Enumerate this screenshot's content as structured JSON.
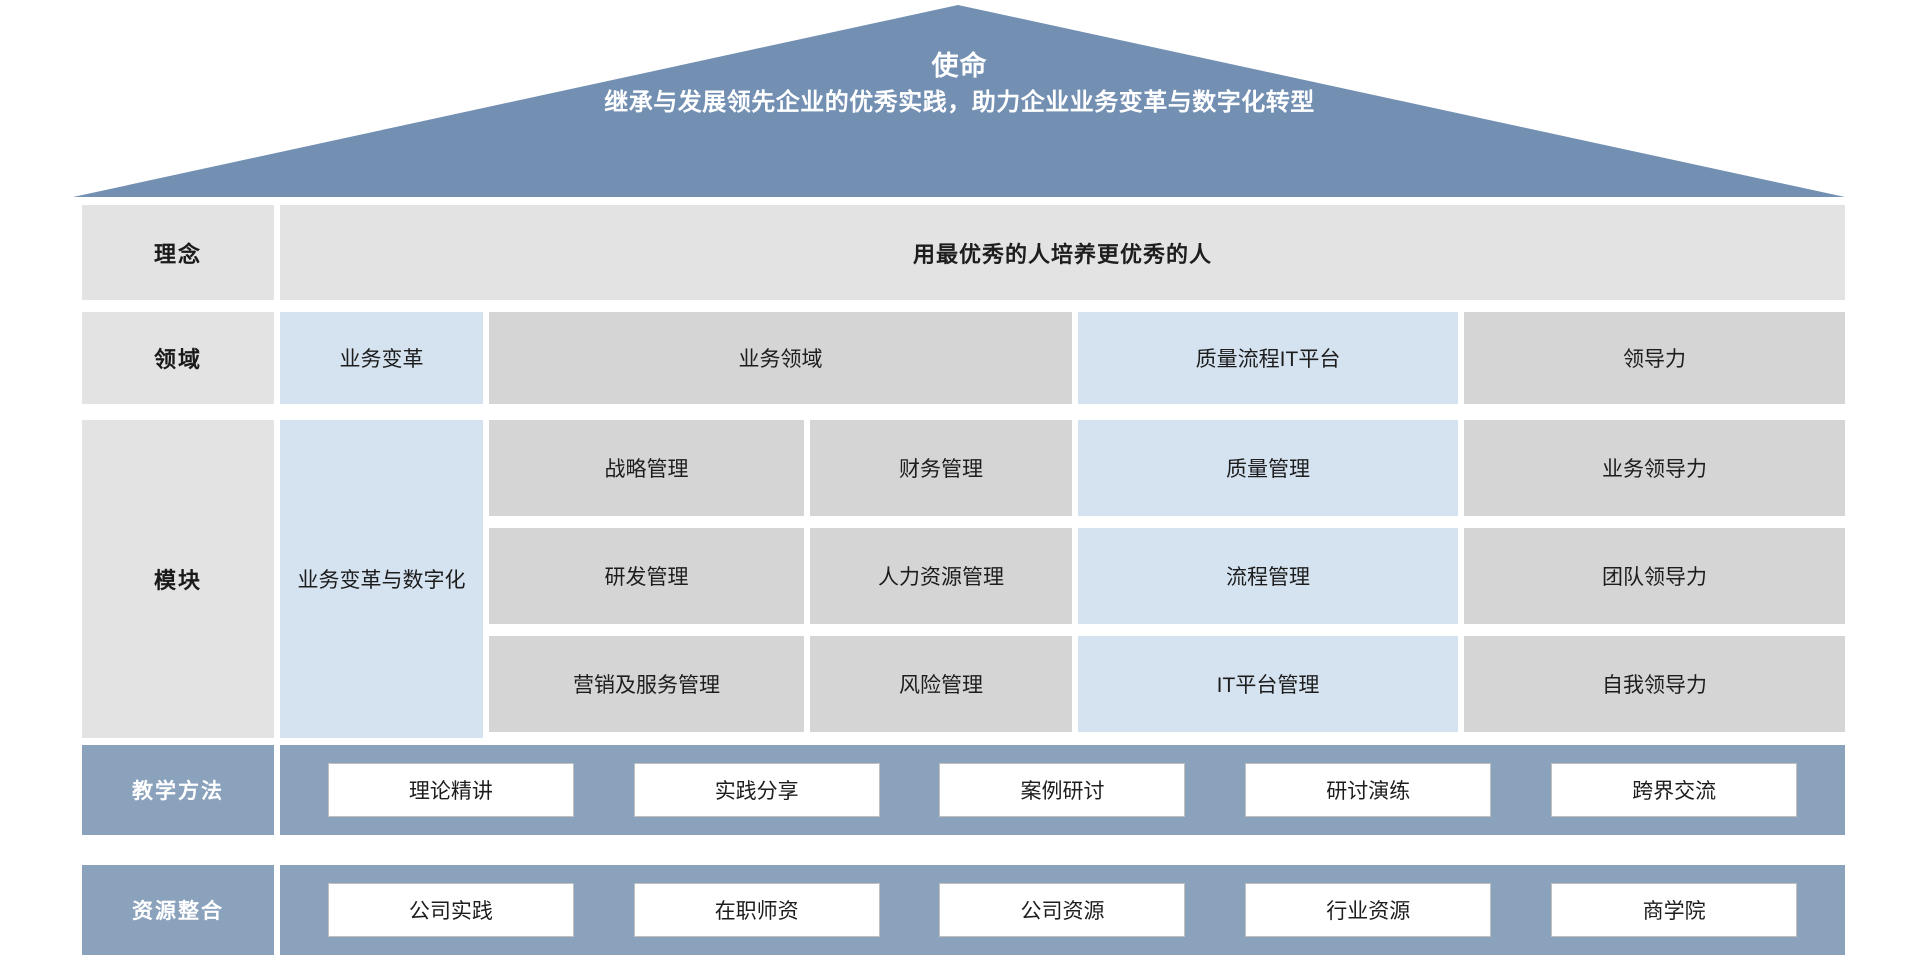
{
  "diagram": {
    "title_zh": "人才培养体系屋",
    "roof": {
      "label": "使命",
      "statement": "继承与发展领先企业的优秀实践，助力企业业务变革与数字化转型",
      "color": "#7390b3"
    },
    "colors": {
      "roof_blue": "#7390b3",
      "band_blue": "#8ba2bd",
      "cell_blue": "#d5e3f1",
      "cell_gray": "#d5d5d5",
      "label_gray": "#e3e3e3",
      "chip_white": "#ffffff",
      "text_dark": "#1d1d1d",
      "text_light": "#ffffff"
    },
    "rows": [
      {
        "key": "philosophy",
        "label": "理念",
        "label_style": "gray",
        "content": "用最优秀的人培养更优秀的人"
      },
      {
        "key": "domain",
        "label": "领域",
        "label_style": "gray",
        "cells": [
          {
            "text": "业务变革",
            "tone": "blue"
          },
          {
            "text": "业务领域",
            "tone": "gray"
          },
          {
            "text": "质量流程IT平台",
            "tone": "blue"
          },
          {
            "text": "领导力",
            "tone": "gray"
          }
        ]
      },
      {
        "key": "module",
        "label": "模块",
        "label_style": "gray",
        "spanning_cell": {
          "text": "业务变革与数字化",
          "tone": "blue"
        },
        "grid": [
          [
            {
              "text": "战略管理",
              "tone": "gray"
            },
            {
              "text": "财务管理",
              "tone": "gray"
            },
            {
              "text": "质量管理",
              "tone": "blue"
            },
            {
              "text": "业务领导力",
              "tone": "gray"
            }
          ],
          [
            {
              "text": "研发管理",
              "tone": "gray"
            },
            {
              "text": "人力资源管理",
              "tone": "gray"
            },
            {
              "text": "流程管理",
              "tone": "blue"
            },
            {
              "text": "团队领导力",
              "tone": "gray"
            }
          ],
          [
            {
              "text": "营销及服务管理",
              "tone": "gray"
            },
            {
              "text": "风险管理",
              "tone": "gray"
            },
            {
              "text": "IT平台管理",
              "tone": "blue"
            },
            {
              "text": "自我领导力",
              "tone": "gray"
            }
          ]
        ]
      },
      {
        "key": "teaching_methods",
        "label": "教学方法",
        "label_style": "blue",
        "chips": [
          "理论精讲",
          "实践分享",
          "案例研讨",
          "研讨演练",
          "跨界交流"
        ]
      },
      {
        "key": "resource_integration",
        "label": "资源整合",
        "label_style": "blue",
        "chips": [
          "公司实践",
          "在职师资",
          "公司资源",
          "行业资源",
          "商学院"
        ]
      }
    ]
  }
}
